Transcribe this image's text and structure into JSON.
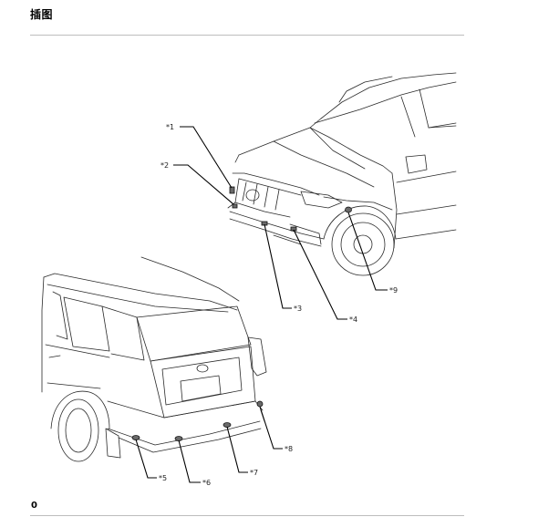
{
  "header": {
    "title": "插图"
  },
  "footer": {
    "code": "0"
  },
  "callouts": [
    {
      "id": "c1",
      "label": "*1"
    },
    {
      "id": "c2",
      "label": "*2"
    },
    {
      "id": "c3",
      "label": "*3"
    },
    {
      "id": "c4",
      "label": "*4"
    },
    {
      "id": "c5",
      "label": "*5"
    },
    {
      "id": "c6",
      "label": "*6"
    },
    {
      "id": "c7",
      "label": "*7"
    },
    {
      "id": "c8",
      "label": "*8"
    },
    {
      "id": "c9",
      "label": "*9"
    }
  ]
}
